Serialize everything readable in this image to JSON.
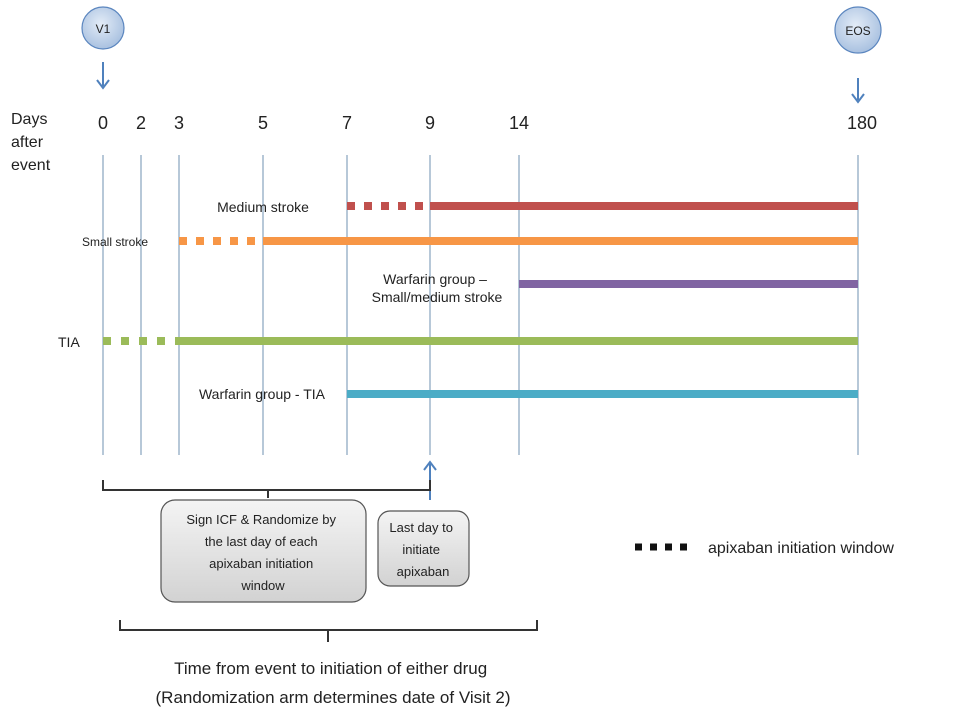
{
  "markers": {
    "start": "V1",
    "end": "EOS"
  },
  "days_label_lines": [
    "Days",
    "after",
    "event"
  ],
  "day_ticks": [
    {
      "day": "0"
    },
    {
      "day": "2"
    },
    {
      "day": "3"
    },
    {
      "day": "5"
    },
    {
      "day": "7"
    },
    {
      "day": "9"
    },
    {
      "day": "14"
    },
    {
      "day": "180"
    }
  ],
  "bars": [
    {
      "label": "Medium stroke",
      "window_start": "7",
      "window_end": "9",
      "end": "180",
      "color": "#c0504d"
    },
    {
      "label": "Small stroke",
      "window_start": "3",
      "window_end": "5",
      "end": "180",
      "color": "#f79646"
    },
    {
      "label_lines": [
        "Warfarin group –",
        "Small/medium stroke"
      ],
      "window_start": null,
      "window_end": "14",
      "end": "180",
      "color": "#8064a2"
    },
    {
      "label": "TIA",
      "window_start": "0",
      "window_end": "3",
      "end": "180",
      "color": "#9bbb59"
    },
    {
      "label": "Warfarin group - TIA",
      "window_start": null,
      "window_end": "7",
      "end": "180",
      "color": "#4bacc6"
    }
  ],
  "boxes": {
    "randomize": [
      "Sign ICF & Randomize by",
      "the last day of each",
      "apixaban initiation",
      "window"
    ],
    "last_day": [
      "Last day to",
      "initiate",
      "apixaban"
    ]
  },
  "legend": {
    "label": "apixaban initiation window"
  },
  "bottom_caption": [
    "Time from event to initiation of either drug",
    "(Randomization arm determines date of Visit 2)"
  ],
  "colors": {
    "gridline": "#9fb6cc",
    "arrow": "#4f81bd",
    "circle_fill": "#b8cde6",
    "circle_stroke": "#5b86bf"
  }
}
